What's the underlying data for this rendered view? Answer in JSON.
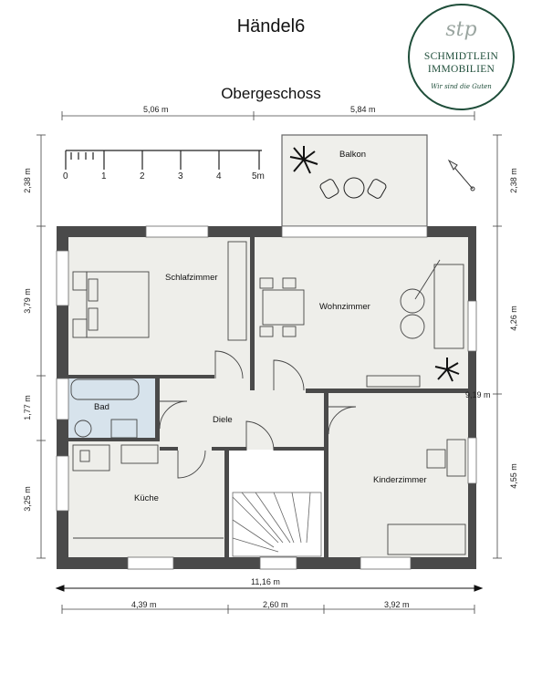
{
  "title": "Händel6",
  "subtitle": "Obergeschoss",
  "logo": {
    "mark": "stp",
    "line1": "SCHMIDTLEIN",
    "line2": "IMMOBILIEN",
    "tagline": "Wir sind die Guten",
    "color": "#1f4e3a"
  },
  "rooms": {
    "balkon": "Balkon",
    "schlafzimmer": "Schlafzimmer",
    "wohnzimmer": "Wohnzimmer",
    "bad": "Bad",
    "diele": "Diele",
    "kueche": "Küche",
    "kinderzimmer": "Kinderzimmer"
  },
  "scale_bar": [
    "0",
    "1",
    "2",
    "3",
    "4",
    "5m"
  ],
  "dimensions": {
    "top": [
      "5,06 m",
      "5,84 m"
    ],
    "bottom_total": "11,16 m",
    "bottom": [
      "4,39 m",
      "2,60 m",
      "3,92 m"
    ],
    "left": [
      "2,38 m",
      "3,79 m",
      "1,77 m",
      "3,25 m"
    ],
    "right": [
      "2,38 m",
      "4,26 m",
      "9,19 m",
      "4,55 m"
    ]
  },
  "colors": {
    "wall": "#4a4a4a",
    "floor": "#eeeeea",
    "bath_floor": "#d7e3ec",
    "line": "#555555"
  }
}
